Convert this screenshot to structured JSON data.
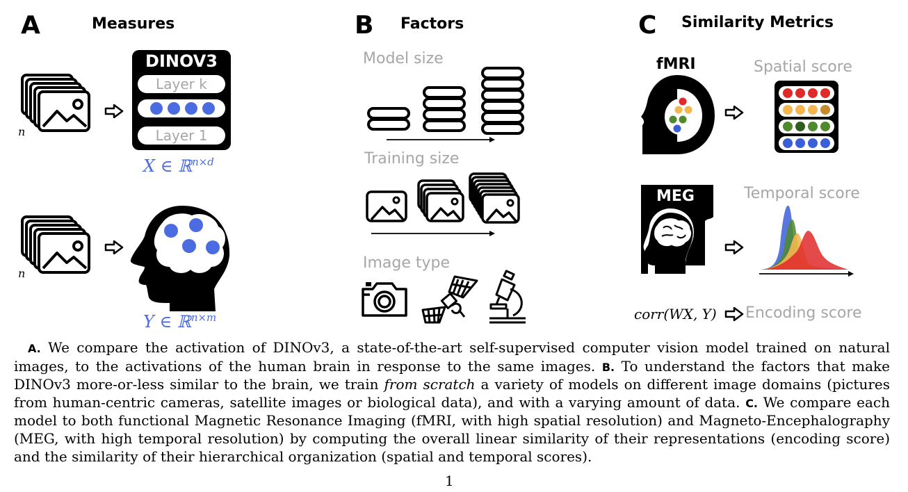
{
  "panelA": {
    "letter": "A",
    "title": "Measures",
    "dinov3_label": "DINOV3",
    "layer_top": "Layer k",
    "layer_bottom": "Layer 1",
    "n_label": "n",
    "x_formula": "X ∈ ℝ",
    "x_sup": "n×d",
    "y_formula": "Y ∈ ℝ",
    "y_sup": "n×m"
  },
  "panelB": {
    "letter": "B",
    "title": "Factors",
    "model_size": "Model size",
    "training_size": "Training size",
    "image_type": "Image type"
  },
  "panelC": {
    "letter": "C",
    "title": "Similarity Metrics",
    "fmri_label": "fMRI",
    "spatial_score": "Spatial score",
    "meg_label": "MEG",
    "temporal_score": "Temporal score",
    "corr_formula": "corr(WX, Y)",
    "encoding_score": "Encoding score"
  },
  "caption": {
    "tag_a": "A.",
    "text_a": " We compare the activation of DINOv3, a state-of-the-art self-supervised computer vision model trained on natural images, to the activations of the human brain in response to the same images. ",
    "tag_b": "B.",
    "text_b1": " To understand the factors that make DINOv3 more-or-less similar to the brain, we train ",
    "text_b_em": "from scratch",
    "text_b2": " a variety of models on different image domains (pictures from human-centric cameras, satellite images or biological data), and with a varying amount of data. ",
    "tag_c": "C.",
    "text_c": " We compare each model to both functional Magnetic Resonance Imaging (fMRI, with high spatial resolution) and Magneto-Encephalography (MEG, with high temporal resolution) by computing the overall linear similarity of their representations (encoding score) and the similarity of their hierarchical organization (spatial and temporal scores)."
  },
  "page_number": "1",
  "colors": {
    "blue": "#4a6ce0",
    "grey_text": "#a6a6a6",
    "red": "#e02a2a",
    "orange": "#f3b650",
    "green": "#4f8a2e",
    "dark_blue": "#3a5fd6"
  }
}
